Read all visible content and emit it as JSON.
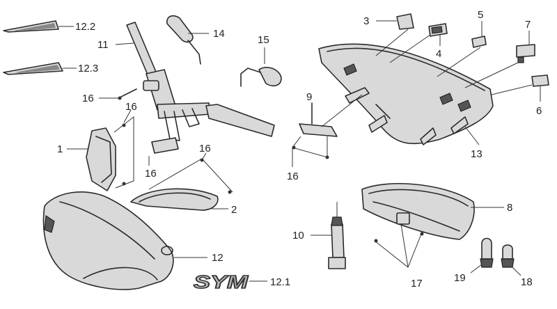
{
  "labels": {
    "l1": "1",
    "l2": "2",
    "l3": "3",
    "l4": "4",
    "l5": "5",
    "l6": "6",
    "l7": "7",
    "l8": "8",
    "l9": "9",
    "l10": "10",
    "l11": "11",
    "l12": "12",
    "l12_1": "12.1",
    "l12_2": "12.2",
    "l12_3": "12.3",
    "l13": "13",
    "l14": "14",
    "l15": "15",
    "l16a": "16",
    "l16b": "16",
    "l16c": "16",
    "l16d": "16",
    "l16e": "16",
    "l17": "17",
    "l18": "18",
    "l19": "19"
  },
  "emblem": {
    "text": "SYM"
  },
  "colors": {
    "stroke": "#2a2a2a",
    "fill": "#d9d9d9",
    "dark": "#555555"
  }
}
